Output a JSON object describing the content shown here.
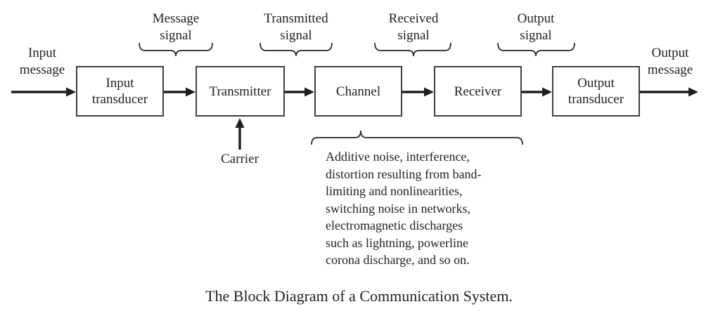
{
  "diagram": {
    "caption": "The Block Diagram of a Communication System.",
    "io": {
      "input_message": {
        "line1": "Input",
        "line2": "message"
      },
      "output_message": {
        "line1": "Output",
        "line2": "message"
      }
    },
    "blocks": [
      {
        "id": "input-transducer",
        "line1": "Input",
        "line2": "transducer"
      },
      {
        "id": "transmitter",
        "line1": "Transmitter",
        "line2": ""
      },
      {
        "id": "channel",
        "line1": "Channel",
        "line2": ""
      },
      {
        "id": "receiver",
        "line1": "Receiver",
        "line2": ""
      },
      {
        "id": "output-transducer",
        "line1": "Output",
        "line2": "transducer"
      }
    ],
    "signal_labels": [
      {
        "line1": "Message",
        "line2": "signal"
      },
      {
        "line1": "Transmitted",
        "line2": "signal"
      },
      {
        "line1": "Received",
        "line2": "signal"
      },
      {
        "line1": "Output",
        "line2": "signal"
      }
    ],
    "carrier_label": "Carrier",
    "channel_note": {
      "line1": "Additive noise, interference,",
      "line2": "distortion resulting from band-",
      "line3": "limiting and nonlinearities,",
      "line4": "switching noise in networks,",
      "line5": "electromagnetic discharges",
      "line6": "such as lightning, powerline",
      "line7": "corona discharge, and so on."
    },
    "colors": {
      "background": "#ffffff",
      "text": "#1e1e2c",
      "line": "#1f1f1f",
      "box_border": "#3f3f3f"
    }
  }
}
